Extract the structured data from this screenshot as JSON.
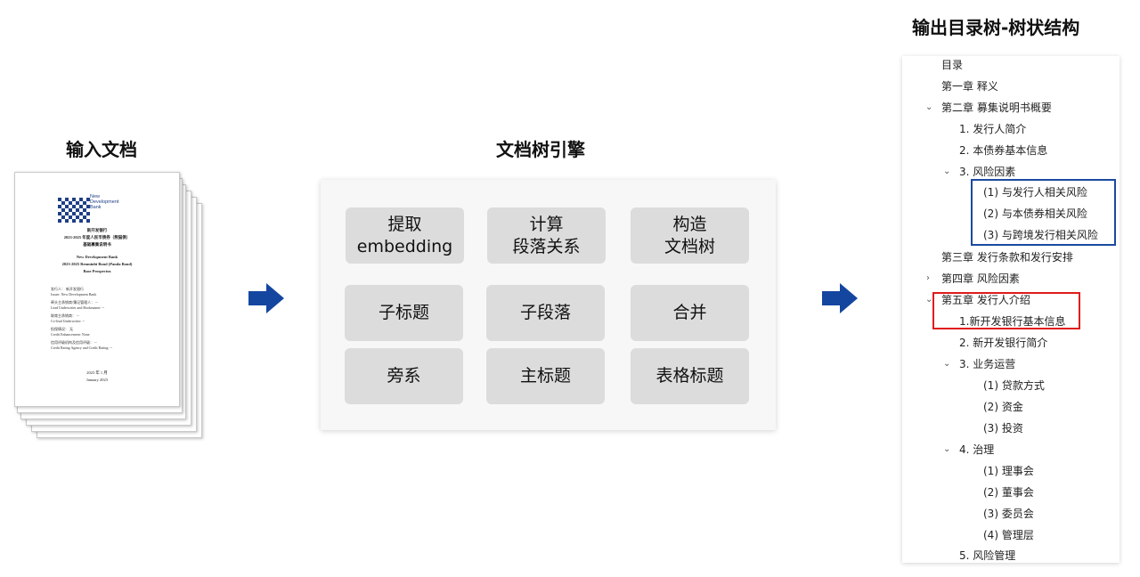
{
  "titles": {
    "input": "输入文档",
    "engine": "文档树引擎",
    "output": "输出目录树-树状结构"
  },
  "document": {
    "logo_text": [
      "New",
      "Development",
      "Bank"
    ],
    "lines": [
      "新开发银行",
      "2023-2025 年度人民币债券（熊猫债）",
      "基础募集说明书",
      "New Development Bank",
      "2023-2025 Renminbi Bond (Panda Bond)",
      "Base Prospectus"
    ],
    "fields": [
      "发行人：  新开发银行",
      "Issuer:  New Development Bank",
      "牵头主承销商/簿记管理人：  --",
      "Lead Underwriter and Bookrunner:  --",
      "联席主承销商：  --",
      "Co-lead Underwriter:  --",
      "担保情况：  无",
      "Credit Enhancement:  None",
      "信用评级机构及信用评级：  --",
      "Credit Rating Agency and Credit Rating:  --"
    ],
    "date_cn": "2023 年 1 月",
    "date_en": "January 2023"
  },
  "engine": {
    "chips": [
      {
        "lines": [
          "提取",
          "embedding"
        ]
      },
      {
        "lines": [
          "计算",
          "段落关系"
        ]
      },
      {
        "lines": [
          "构造",
          "文档树"
        ]
      },
      {
        "lines": [
          "子标题"
        ]
      },
      {
        "lines": [
          "子段落"
        ]
      },
      {
        "lines": [
          "合并"
        ]
      },
      {
        "lines": [
          "旁系"
        ]
      },
      {
        "lines": [
          "主标题"
        ]
      },
      {
        "lines": [
          "表格标题"
        ]
      }
    ]
  },
  "tree": {
    "nodes": [
      {
        "text": "目录",
        "chevron": ""
      },
      {
        "text": "第一章  释义",
        "chevron": ""
      },
      {
        "text": "第二章  募集说明书概要",
        "chevron": "expanded"
      },
      {
        "text": "1.  发行人简介",
        "chevron": ""
      },
      {
        "text": "2.  本债券基本信息",
        "chevron": ""
      },
      {
        "text": "3.  风险因素",
        "chevron": "expanded"
      },
      {
        "text": "(1)  与发行人相关风险",
        "chevron": ""
      },
      {
        "text": "(2)  与本债券相关风险",
        "chevron": ""
      },
      {
        "text": "(3)  与跨境发行相关风险",
        "chevron": ""
      },
      {
        "text": "第三章  发行条款和发行安排",
        "chevron": ""
      },
      {
        "text": "第四章  风险因素",
        "chevron": "collapsed"
      },
      {
        "text": "第五章  发行人介绍",
        "chevron": "expanded"
      },
      {
        "text": "1.新开发银行基本信息",
        "chevron": ""
      },
      {
        "text": "2.  新开发银行简介",
        "chevron": ""
      },
      {
        "text": "3.  业务运营",
        "chevron": "expanded"
      },
      {
        "text": "(1)  贷款方式",
        "chevron": ""
      },
      {
        "text": "(2)  资金",
        "chevron": ""
      },
      {
        "text": "(3)  投资",
        "chevron": ""
      },
      {
        "text": "4.  治理",
        "chevron": "expanded"
      },
      {
        "text": "(1)  理事会",
        "chevron": ""
      },
      {
        "text": "(2)  董事会",
        "chevron": ""
      },
      {
        "text": "(3)  委员会",
        "chevron": ""
      },
      {
        "text": "(4)  管理层",
        "chevron": ""
      },
      {
        "text": "5.  风险管理",
        "chevron": ""
      }
    ]
  },
  "colors": {
    "arrow": "#1446a0",
    "highlight_blue": "#1a4aa0",
    "highlight_red": "#e01b1b"
  }
}
